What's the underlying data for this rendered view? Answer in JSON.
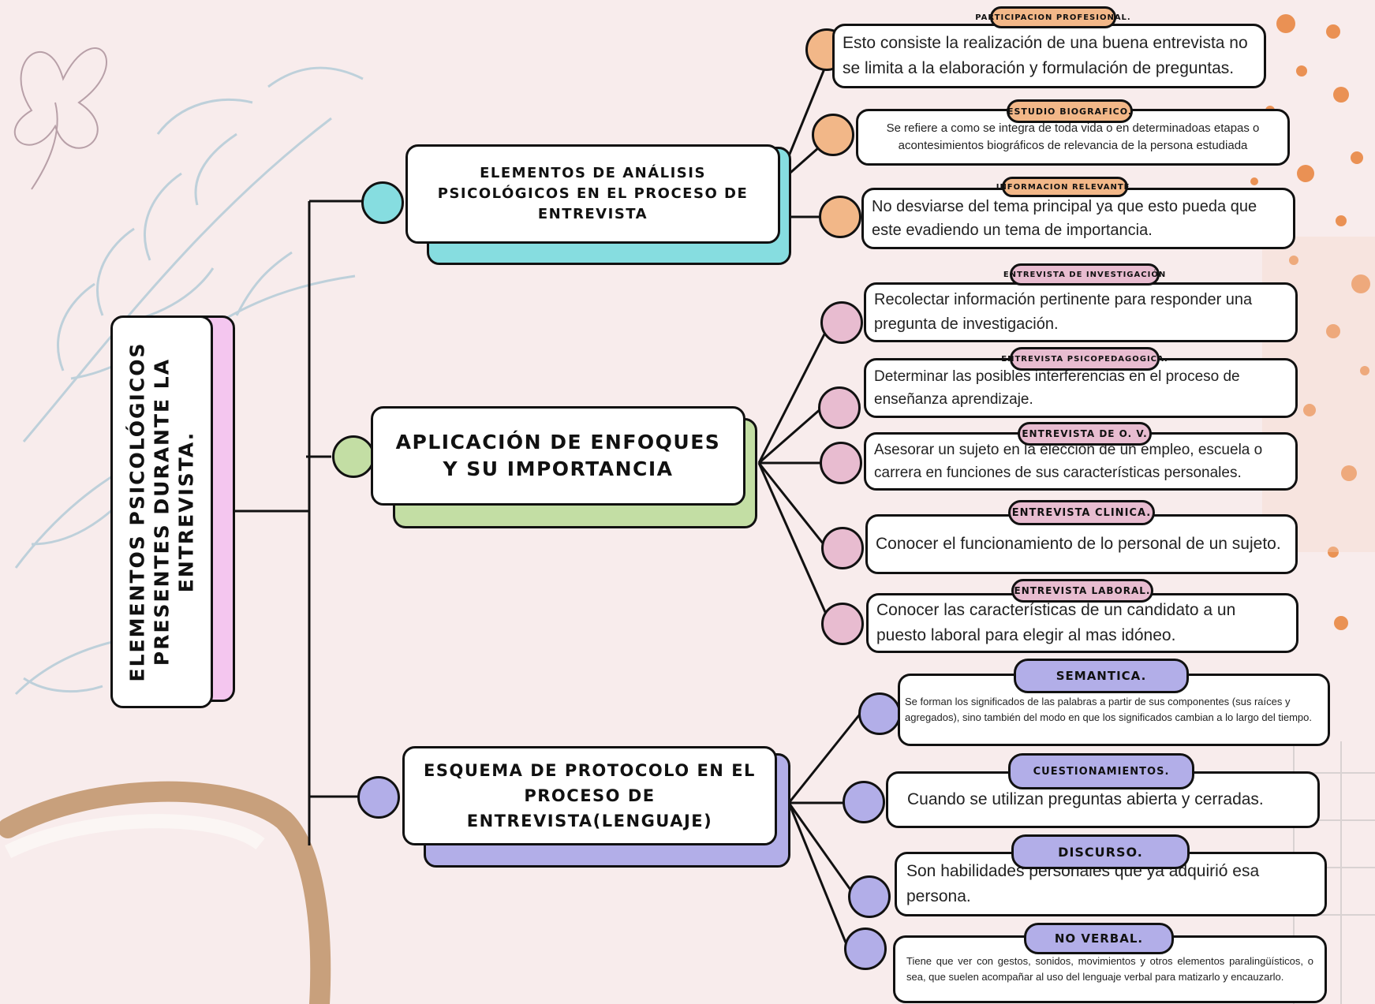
{
  "root": {
    "title": "ELEMENTOS PSICOLÓGICOS PRESENTES DURANTE LA ENTREVISTA."
  },
  "branches": [
    {
      "title": "ELEMENTOS DE ANÁLISIS PSICOLÓGICOS EN EL PROCESO DE ENTREVISTA",
      "color": "#86dde0",
      "subs": [
        {
          "tag": "PARTICIPACION PROFESIONAL.",
          "text": "Esto consiste la realización de una buena entrevista no se limita a la elaboración y formulación de preguntas."
        },
        {
          "tag": "ESTUDIO BIOGRAFICO.",
          "text": "Se refiere a como se integra de toda vida o en determinadoas etapas o acontesimientos biográficos de relevancia de la persona estudiada"
        },
        {
          "tag": "INFORMACION RELEVANTE.",
          "text": "No desviarse del tema principal ya que esto pueda que este evadiendo un tema de importancia."
        }
      ]
    },
    {
      "title": "APLICACIÓN DE ENFOQUES Y SU IMPORTANCIA",
      "color": "#c3dea4",
      "subs": [
        {
          "tag": "ENTREVISTA DE INVESTIGACIÓN",
          "text": "Recolectar información pertinente para responder una pregunta de investigación."
        },
        {
          "tag": "ENTREVISTA PSICOPEDAGOGICA.",
          "text": "Determinar las posibles interferencias en el proceso de enseñanza aprendizaje."
        },
        {
          "tag": "ENTREVISTA DE O. V.",
          "text": "Asesorar un sujeto en la elección de un empleo, escuela o carrera en funciones de sus características personales."
        },
        {
          "tag": "ENTREVISTA CLINICA.",
          "text": "Conocer el funcionamiento de lo personal de un sujeto."
        },
        {
          "tag": "ENTREVISTA LABORAL.",
          "text": "Conocer las características de un candidato a un puesto laboral para elegir al mas idóneo."
        }
      ]
    },
    {
      "title": "ESQUEMA DE PROTOCOLO EN EL PROCESO DE ENTREVISTA(LENGUAJE)",
      "color": "#b2aee8",
      "subs": [
        {
          "tag": "SEMANTICA.",
          "text": "Se forman los significados de las palabras a partir de sus componentes (sus raíces y agregados), sino también del modo en que los significados cambian a lo largo del tiempo."
        },
        {
          "tag": "CUESTIONAMIENTOS.",
          "text": "Cuando se utilizan preguntas abierta y cerradas."
        },
        {
          "tag": "DISCURSO.",
          "text": "Son habilidades personales que ya adquirió esa persona."
        },
        {
          "tag": "NO VERBAL.",
          "text": "Tiene que ver con gestos, sonidos, movimientos y otros elementos paralingüísticos, o sea, que suelen acompañar al uso del lenguaje verbal para matizarlo y encauzarlo."
        }
      ]
    }
  ],
  "colors": {
    "root_accent": "#f4c6ef",
    "analysis_dots": "#f2b788",
    "approach_dots": "#e8bcd0",
    "language_dots": "#b2aee8",
    "analysis_tags": "#f2b788",
    "approach_tags": "#e8bcd0",
    "language_tags": "#b2aee8"
  }
}
